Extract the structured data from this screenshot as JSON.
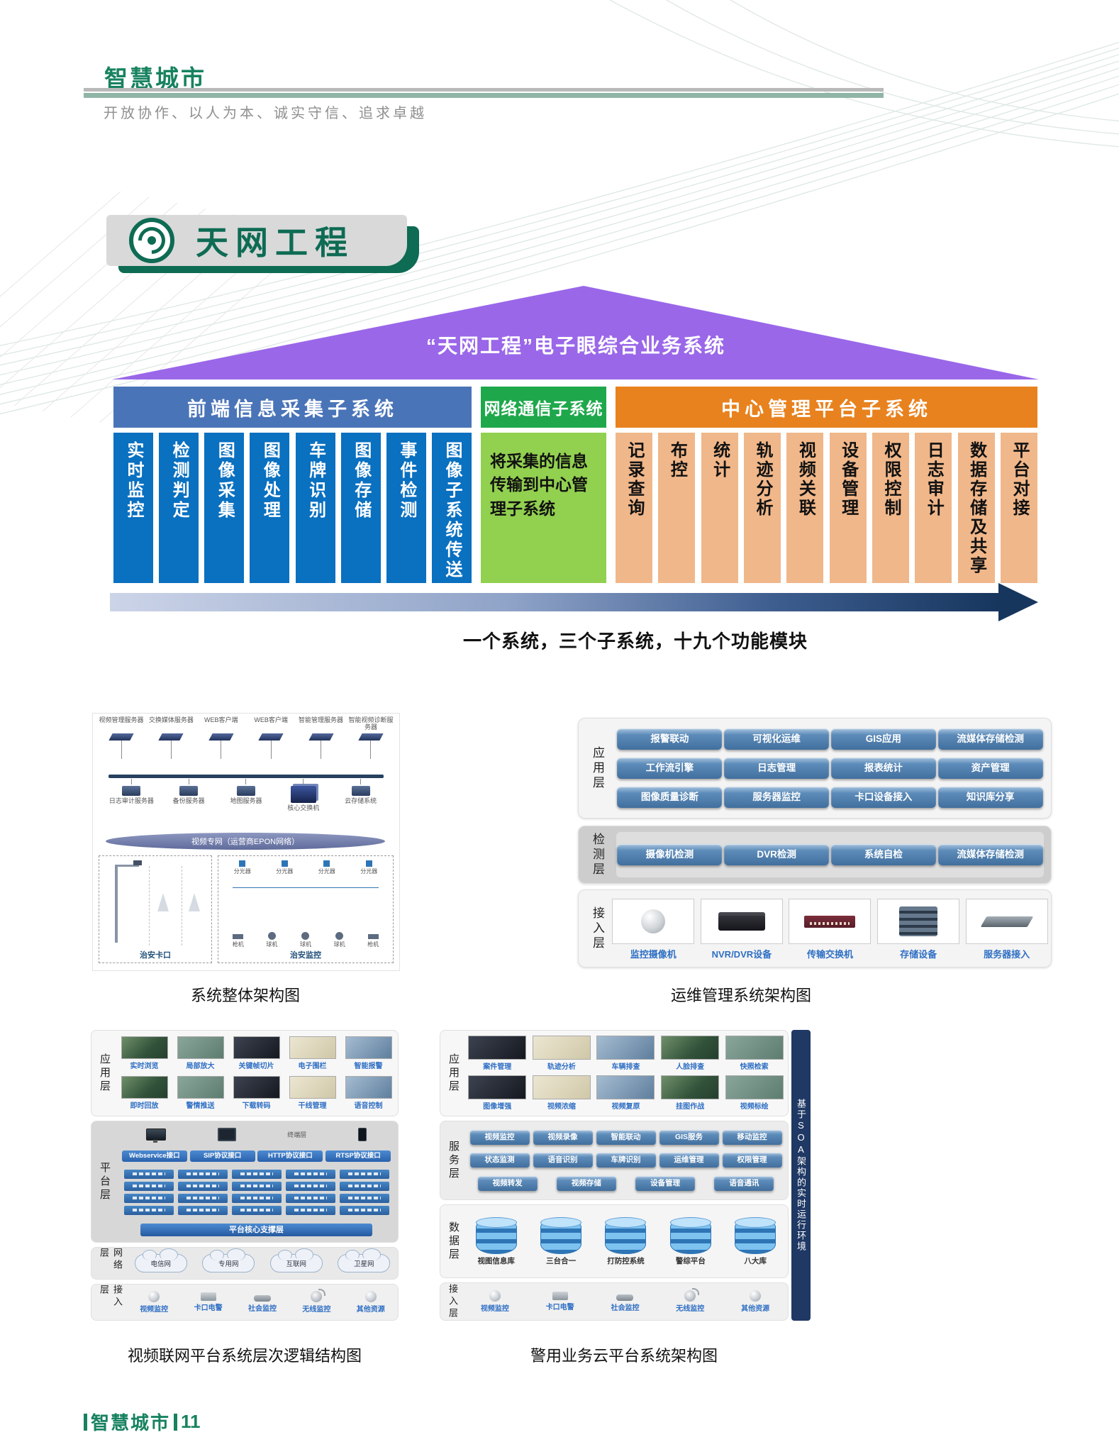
{
  "header": {
    "brand": "智慧城市",
    "slogan": "开放协作、以人为本、诚实守信、追求卓越"
  },
  "banner": {
    "title": "天网工程",
    "icon": "spiral-target-icon"
  },
  "overview": {
    "roof_title": "“天网工程”电子眼综合业务系统",
    "summary": "一个系统，三个子系统，十九个功能模块",
    "front_subsystem": {
      "title": "前端信息采集子系统",
      "modules": [
        "实时监控",
        "检测判定",
        "图像采集",
        "图像处理",
        "车牌识别",
        "图像存储",
        "事件检测",
        "图像子系统传送"
      ]
    },
    "network_subsystem": {
      "title": "网络通信子系统",
      "body": "将采集的信息传输到中心管理子系统"
    },
    "center_subsystem": {
      "title": "中心管理平台子系统",
      "modules": [
        "记录查询",
        "布控",
        "统计",
        "轨迹分析",
        "视频关联",
        "设备管理",
        "权限控制",
        "日志审计",
        "数据存储及共享",
        "平台对接"
      ]
    }
  },
  "overall_diagram": {
    "caption": "系统整体架构图",
    "top_servers": [
      "视频管理服务器",
      "交换媒体服务器",
      "WEB客户端",
      "WEB客户端",
      "智能管理服务器",
      "智能视频诊断服务器"
    ],
    "mid_servers": [
      "日志审计服务器",
      "备份服务器",
      "地图服务器",
      "核心交换机",
      "云存储系统"
    ],
    "network_label": "视频专网（运营商EPON网络）",
    "left_zone_label": "治安卡口",
    "right_zone_label": "治安监控",
    "splitters": [
      "分光器",
      "分光器",
      "分光器",
      "分光器"
    ],
    "cameras": [
      "枪机",
      "球机",
      "球机",
      "球机",
      "枪机"
    ]
  },
  "om_diagram": {
    "caption": "运维管理系统架构图",
    "layers": [
      {
        "label": "应用层",
        "pills": [
          [
            "报警联动",
            "可视化运维",
            "GIS应用",
            "流媒体存储检测"
          ],
          [
            "工作流引擎",
            "日志管理",
            "报表统计",
            "资产管理"
          ],
          [
            "图像质量诊断",
            "服务器监控",
            "卡口设备接入",
            "知识库分享"
          ]
        ]
      },
      {
        "label": "检测层",
        "pills": [
          [
            "摄像机检测",
            "DVR检测",
            "系统自检",
            "流媒体存储检测"
          ]
        ]
      },
      {
        "label": "接入层",
        "devices": [
          {
            "name": "监控摄像机",
            "icon": "dome-camera-icon"
          },
          {
            "name": "NVR/DVR设备",
            "icon": "nvr-icon"
          },
          {
            "name": "传输交换机",
            "icon": "switch-icon"
          },
          {
            "name": "存储设备",
            "icon": "storage-icon"
          },
          {
            "name": "服务器接入",
            "icon": "server-icon"
          }
        ]
      }
    ]
  },
  "video_platform_diagram": {
    "caption": "视频联网平台系统层次逻辑结构图",
    "app_layer": {
      "label": "应用层",
      "thumbs": [
        [
          "实时浏览",
          "局部放大",
          "关键帧切片",
          "电子围栏",
          "智能报警"
        ],
        [
          "即时回放",
          "警情推送",
          "下载转码",
          "干线管理",
          "语音控制"
        ]
      ]
    },
    "platform_layer": {
      "label": "平台层",
      "terminal_label": "终端层",
      "interfaces": [
        "Webservice接口",
        "SIP协议接口",
        "HTTP协议接口",
        "RTSP协议接口"
      ],
      "core_bar": "平台核心支撑层"
    },
    "network_layer": {
      "label": "网络层",
      "clouds": [
        "电信网",
        "专用网",
        "互联网",
        "卫星网"
      ]
    },
    "access_layer": {
      "label": "接入层",
      "devices": [
        "视频监控",
        "卡口电警",
        "社会监控",
        "无线监控",
        "其他资源"
      ]
    }
  },
  "police_cloud_diagram": {
    "caption": "警用业务云平台系统架构图",
    "side_bar": "基于SOA架构的实时运行环境",
    "app_layer": {
      "label": "应用层",
      "thumbs": [
        [
          "案件管理",
          "轨迹分析",
          "车辆排查",
          "人脸排查",
          "快照检索"
        ],
        [
          "图像增强",
          "视频浓缩",
          "视频复原",
          "挂图作战",
          "视频标绘"
        ]
      ]
    },
    "service_layer": {
      "label": "服务层",
      "pills": [
        [
          "视频监控",
          "视频录像",
          "智能联动",
          "GIS服务",
          "移动监控"
        ],
        [
          "状态监测",
          "语音识别",
          "车牌识别",
          "运维管理",
          "权限管理"
        ],
        [
          "视频转发",
          "视频存储",
          "设备管理",
          "语音通讯"
        ]
      ]
    },
    "data_layer": {
      "label": "数据层",
      "databases": [
        "视图信息库",
        "三台合一",
        "打防控系统",
        "警综平台",
        "八大库"
      ]
    },
    "access_layer": {
      "label": "接入层",
      "devices": [
        "视频监控",
        "卡口电警",
        "社会监控",
        "无线监控",
        "其他资源"
      ]
    }
  },
  "footer": {
    "brand": "智慧城市",
    "page": "11"
  },
  "colors": {
    "brand_green": "#17825f",
    "banner_green": "#0e6b54",
    "roof_purple": "#9a67e9",
    "front_header_blue": "#4a74b8",
    "front_module_blue": "#0a70c0",
    "network_header_green": "#1ea84b",
    "network_body_green": "#92d050",
    "center_header_orange": "#e8821e",
    "center_module_orange": "#f0b78a",
    "arrow_navy": "#17365e",
    "soa_bar_navy": "#1f3864"
  }
}
